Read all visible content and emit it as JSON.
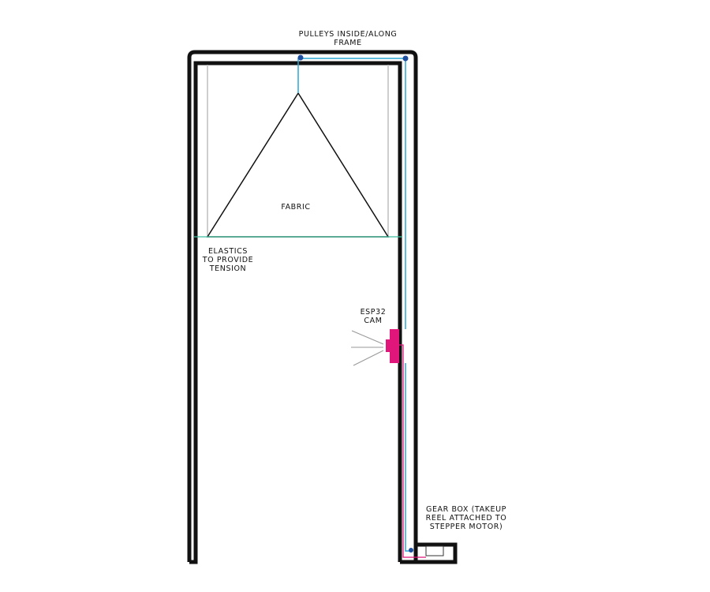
{
  "labels": {
    "pulleys": [
      "PULLEYS INSIDE/ALONG",
      "FRAME"
    ],
    "fabric": "FABRIC",
    "elastics": [
      "ELASTICS",
      "TO PROVIDE",
      "TENSION"
    ],
    "camera": [
      "ESP32",
      "CAM"
    ],
    "gearbox": [
      "GEAR BOX (TAKEUP",
      "REEL ATTACHED TO",
      "STEPPER MOTOR)"
    ]
  },
  "colors": {
    "frame": "#111111",
    "cable": "#2aa7d6",
    "elastic": "#3fbf9f",
    "wire": "#e0167a",
    "camera": "#e0167a",
    "pulley": "#1f4fa0",
    "guide": "#bdbdbd",
    "background": "#ffffff"
  },
  "icons": {
    "pulley": "pulley-dot-icon",
    "camera": "camera-box-icon",
    "gearbox": "gearbox-box-icon",
    "view_rays": "camera-view-rays-icon"
  }
}
